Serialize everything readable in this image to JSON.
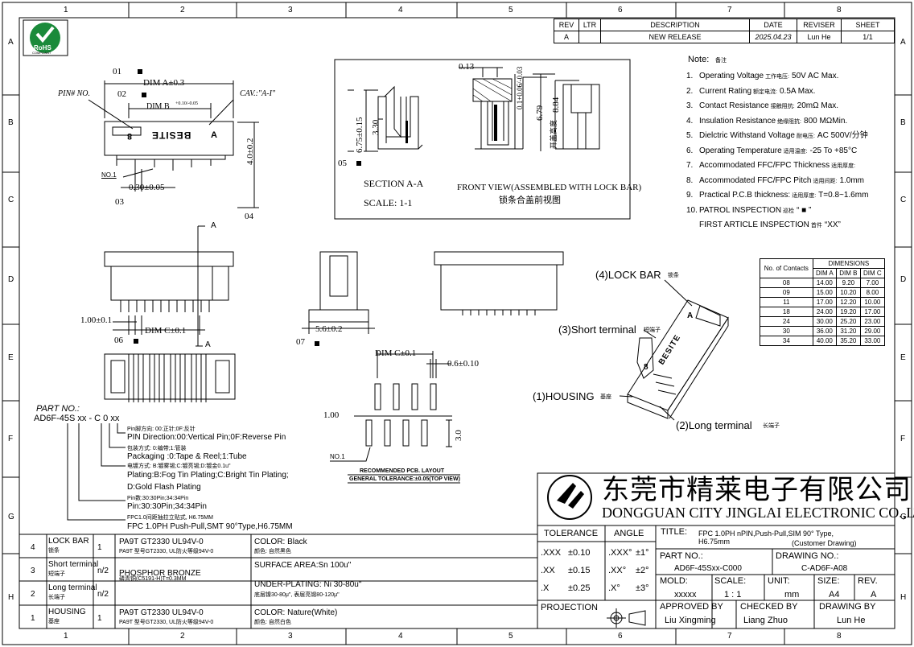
{
  "frame": {
    "cols": [
      "1",
      "2",
      "3",
      "4",
      "5",
      "6",
      "7",
      "8"
    ],
    "rows": [
      "A",
      "B",
      "C",
      "D",
      "E",
      "F",
      "G",
      "H"
    ]
  },
  "rohs": {
    "main": "RoHS",
    "sub": "COMPLIANT"
  },
  "revision": {
    "headers": [
      "REV",
      "LTR",
      "DESCRIPTION",
      "DATE",
      "REVISER",
      "SHEET"
    ],
    "row": [
      "A",
      "",
      "NEW  RELEASE",
      "2025.04.23",
      "Lun  He",
      "1/1"
    ]
  },
  "notes": {
    "title": "Note:",
    "title_cn": "备注",
    "items": [
      {
        "n": "1.",
        "en": "Operating Voltage",
        "cn": "工作电压:",
        "val": "50V AC Max."
      },
      {
        "n": "2.",
        "en": "Current Rating",
        "cn": "额定电流:",
        "val": "0.5A Max."
      },
      {
        "n": "3.",
        "en": "Contact Resistance",
        "cn": "接触阻抗:",
        "val": "20mΩ Max."
      },
      {
        "n": "4.",
        "en": "Insulation Resistance",
        "cn": "绝缘阻抗:",
        "val": "800 MΩMin."
      },
      {
        "n": "5.",
        "en": "Dielctric Withstand Voltage",
        "cn": "耐电压:",
        "val": "AC 500V/分钟"
      },
      {
        "n": "6.",
        "en": "Operating Temperature",
        "cn": "适用温度:",
        "val": "-25 To +85°C"
      },
      {
        "n": "7.",
        "en": "Accommodated FFC/FPC Thickness",
        "cn": "适用厚度:",
        "val": ""
      },
      {
        "n": "8.",
        "en": "Accommodated FFC/FPC Pitch",
        "cn": "适用间距:",
        "val": "1.0mm"
      },
      {
        "n": "9.",
        "en": "Practical P.C.B thickness:",
        "cn": "适用厚度:",
        "val": "T=0.8~1.6mm"
      },
      {
        "n": "10.",
        "en": "PATROL INSPECTION",
        "cn": "巡检",
        "val": "“ ■ ”"
      },
      {
        "n": "",
        "en": "FIRST ARTICLE INSPECTION",
        "cn": "首件",
        "val": "“XX”"
      }
    ]
  },
  "dim_table": {
    "headers": [
      "No. of Contacts",
      "DIMENSIONS",
      "DIM A",
      "DIM B",
      "DIM C"
    ],
    "rows": [
      [
        "08",
        "14.00",
        "9.20",
        "7.00"
      ],
      [
        "09",
        "15.00",
        "10.20",
        "8.00"
      ],
      [
        "11",
        "17.00",
        "12.20",
        "10.00"
      ],
      [
        "18",
        "24.00",
        "19.20",
        "17.00"
      ],
      [
        "24",
        "30.00",
        "25.20",
        "23.00"
      ],
      [
        "30",
        "36.00",
        "31.20",
        "29.00"
      ],
      [
        "34",
        "40.00",
        "35.20",
        "33.00"
      ]
    ]
  },
  "top_view": {
    "c01": "01",
    "dim_a": "DIM A±0.3",
    "c02": "02",
    "dim_b": "DIM B",
    "dim_b_tol": "+0.10/-0.05",
    "pin_no": "PIN# NO.",
    "cav": "CAV.:\"A-I\"",
    "brand": "BESITE",
    "pin8": "8",
    "pinA": "A",
    "no1": "NO.1",
    "pitch": "0.30±0.05",
    "c03": "03",
    "h": "4.0±0.2",
    "c04": "04"
  },
  "section": {
    "h1": "6.75±0.15",
    "h2": "3.30",
    "c05": "05",
    "title": "SECTION A-A",
    "scale": "SCALE: 1-1",
    "w1": "0.13",
    "t1": "0.1+0.06/-0.03",
    "h3": "6.79",
    "h4": "8.84",
    "open_cn": "开盖高度",
    "front": "FRONT VIEW(ASSEMBLED WITH LOCK BAR)",
    "front_cn": "锁条合盖前视图"
  },
  "views": {
    "a_label": "A",
    "pitch": "1.00±0.1",
    "dim_c": "DIM C±0.1",
    "c06": "06",
    "side_w": "5.6±0.2",
    "c07": "07"
  },
  "pcb": {
    "dim_c": "DIM C±0.1",
    "w": "0.6±0.10",
    "pitch": "1.00",
    "h": "3.0",
    "no1": "NO.1",
    "title": "RECOMMENDED PCB. LAYOUT",
    "tol": "GENERAL TOLERANCE:±0.05(TOP VIEW)"
  },
  "iso": {
    "lock_bar": "(4)LOCK BAR",
    "lock_bar_cn": "锁条",
    "short": "(3)Short terminal",
    "short_cn": "短端子",
    "housing": "(1)HOUSING",
    "housing_cn": "基座",
    "long": "(2)Long terminal",
    "long_cn": "长端子",
    "brand": "BESITE",
    "pin8": "8",
    "pinA": "A"
  },
  "part_no": {
    "title": "PART NO.:",
    "code": "AD6F-45S xx - C 0 xx",
    "lines": [
      {
        "cn": "Pin脚方向: 00:正针;0F:反针",
        "en": "PIN Direction:00:Vertical Pin;0F:Reverse Pin"
      },
      {
        "cn": "包装方式: 0:编带;1:管装",
        "en": "Packaging :0:Tape & Reel;1:Tube"
      },
      {
        "cn": "电镀方式: B:镀雾锡;C:镀亮锡;D:镀金0.1u\"",
        "en": "Plating:B:Fog Tin Plating;C:Bright Tin Plating;"
      },
      {
        "cn": "",
        "en": "D:Gold Flash Plating"
      },
      {
        "cn": "Pin数:30:30Pin;34:34Pin",
        "en": "Pin:30:30Pin;34:34Pin"
      },
      {
        "cn": "FPC1.0间距抽拉立贴式, H6.75MM",
        "en": "FPC 1.0PH Push-Pull,SMT 90°Type,H6.75MM"
      }
    ]
  },
  "bom": [
    {
      "no": "4",
      "name": "LOCK BAR",
      "name_cn": "锁条",
      "qty": "1",
      "mat": "PA9T GT2330 UL94V-0",
      "mat_cn": "PA9T 型号GT2330, UL防火等级94V-0",
      "fin": "COLOR: Black",
      "fin_cn": "颜色: 自然黑色"
    },
    {
      "no": "3",
      "name": "Short terminal",
      "name_cn": "短端子",
      "qty": "n/2",
      "mat": "PHOSPHOR BRONZE",
      "mat_cn": "",
      "fin": "SURFACE AREA:Sn 100u\"",
      "fin_cn": ""
    },
    {
      "no": "2",
      "name": "Long terminal",
      "name_cn": "长端子",
      "qty": "n/2",
      "mat": "",
      "mat_cn": "磷青铜(C5191-H)T=0.3MM",
      "fin": "UNDER-PLATING: Ni 30-80u\"",
      "fin_cn": "底层镍30-80μ\", 表层亮锡80-120μ\""
    },
    {
      "no": "1",
      "name": "HOUSING",
      "name_cn": "基座",
      "qty": "1",
      "mat": "PA9T GT2330 UL94V-0",
      "mat_cn": "PA9T 型号GT2330, UL防火等级94V-0",
      "fin": "COLOR: Nature(White)",
      "fin_cn": "颜色: 自然白色"
    }
  ],
  "title_block": {
    "company_cn": "东莞市精莱电子有限公司",
    "company_en": "DONGGUAN CITY JINGLAI ELECTRONIC CO.,LTD.",
    "tolerance": "TOLERANCE",
    "angle": "ANGLE",
    "tol_rows": [
      [
        ".XXX",
        "±0.10",
        ".XXX°",
        "±1°"
      ],
      [
        ".XX",
        "±0.15",
        ".XX°",
        "±2°"
      ],
      [
        ".X",
        "±0.25",
        ".X°",
        "±3°"
      ]
    ],
    "projection": "PROJECTION",
    "title_label": "TITLE:",
    "title_val": "FPC 1.0PH nPIN,Push-Pull,SIM 90° Type, H6.75mm",
    "title_sub": "(Customer Drawing)",
    "part_label": "PART NO.:",
    "part_val": "AD6F-45Sxx-C000",
    "drawing_label": "DRAWING NO.:",
    "drawing_val": "C-AD6F-A08",
    "mold_label": "MOLD:",
    "mold_val": "xxxxx",
    "scale_label": "SCALE:",
    "scale_val": "1 : 1",
    "unit_label": "UNIT:",
    "unit_val": "mm",
    "size_label": "SIZE:",
    "size_val": "A4",
    "rev_label": "REV.",
    "rev_val": "A",
    "approved_label": "APPROVED BY",
    "approved_val": "Liu Xingming",
    "checked_label": "CHECKED BY",
    "checked_val": "Liang Zhuo",
    "drawing_by_label": "DRAWING BY",
    "drawing_by_val": "Lun He"
  }
}
